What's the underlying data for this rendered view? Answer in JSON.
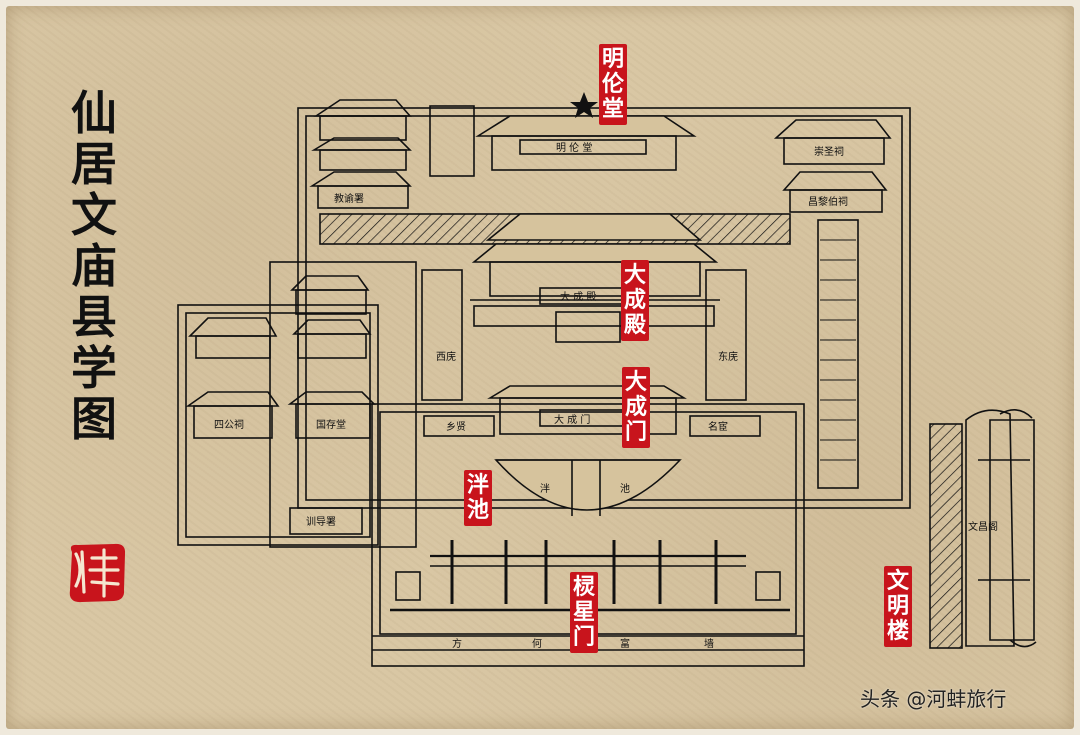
{
  "title": [
    "仙",
    "居",
    "文",
    "庙",
    "县",
    "学",
    "图"
  ],
  "seal_text": "泮",
  "labels": {
    "minglun": [
      "明",
      "伦",
      "堂"
    ],
    "dacheng_hall": [
      "大",
      "成",
      "殿"
    ],
    "dacheng_gate": [
      "大",
      "成",
      "门"
    ],
    "panchi": [
      "泮",
      "池"
    ],
    "lingxing": [
      "棂",
      "星",
      "门"
    ],
    "wenming": [
      "文",
      "明",
      "楼"
    ]
  },
  "map_text": {
    "minglun_plaque": "明 伦 堂",
    "chongsheng": "崇圣祠",
    "xiangxian": "昌黎伯祠",
    "dacheng_hall_plaque": "大 成 殿",
    "dacheng_gate_plaque": "大 成 门",
    "xiangxian_ci": "乡贤",
    "minghuan": "名宦",
    "pan": "泮",
    "chi": "池",
    "sigong": "四公祠",
    "guocun": "国存堂",
    "xundao": "训导署",
    "jiaoyu": "教谕署",
    "xiwu": "西庑",
    "dongwu": "东庑",
    "wall_1": "方",
    "wall_2": "何",
    "wall_3": "富",
    "wall_4": "墙",
    "wenchang": "文昌阁"
  },
  "watermark": "头条 @河蚌旅行",
  "colors": {
    "label_bg": "#c8141c",
    "paper": "#d9c7a4",
    "ink": "#111111"
  }
}
